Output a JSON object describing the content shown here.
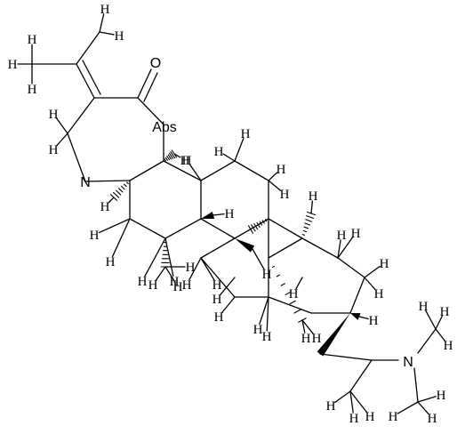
{
  "structure": {
    "atom_labels": {
      "oxygen": "O",
      "nitrogen": "N",
      "hydrogen": "H",
      "ring_oxygen_label": "Abs"
    }
  }
}
